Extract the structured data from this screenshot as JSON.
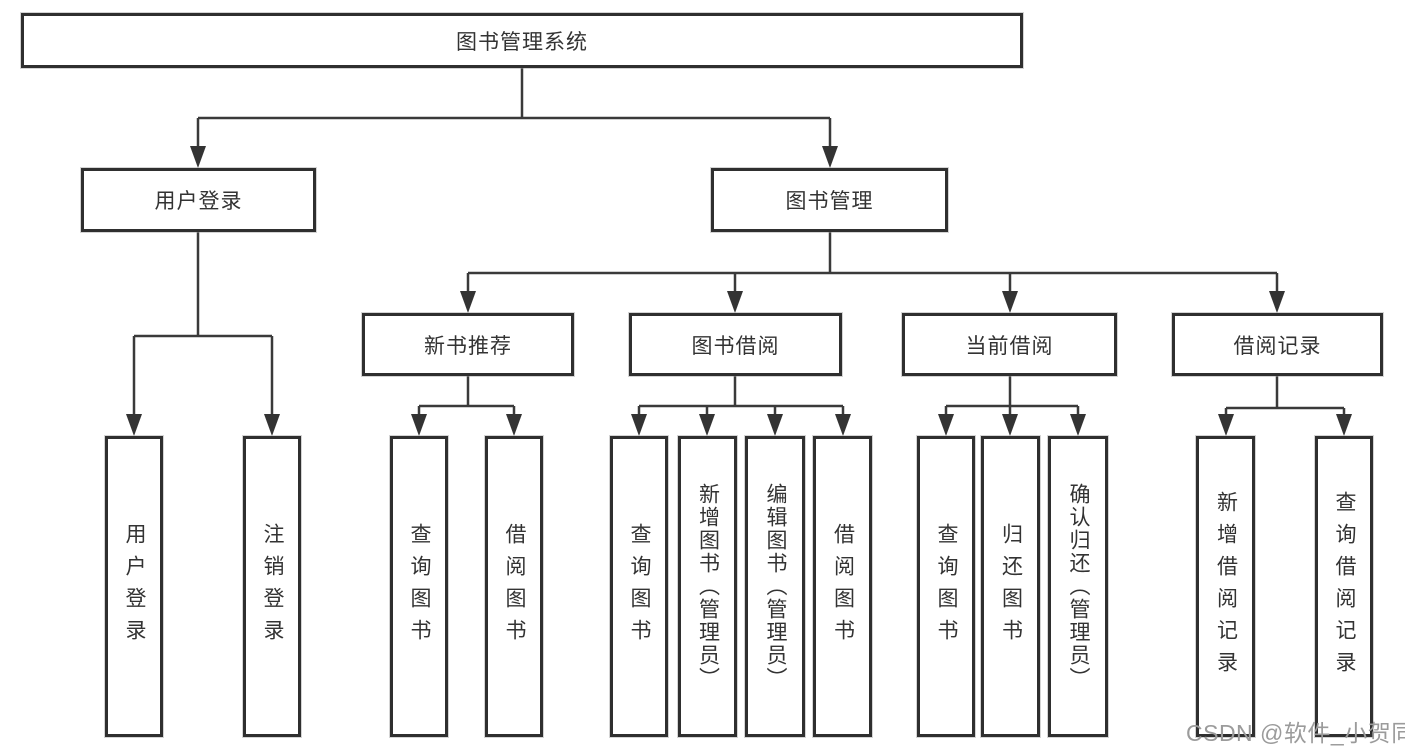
{
  "tree": {
    "root": {
      "label": "图书管理系统"
    },
    "children": [
      {
        "label": "用户登录",
        "children": [
          {
            "label": "用户登录"
          },
          {
            "label": "注销登录"
          }
        ]
      },
      {
        "label": "图书管理",
        "children": [
          {
            "label": "新书推荐",
            "children": [
              {
                "label": "查询图书"
              },
              {
                "label": "借阅图书"
              }
            ]
          },
          {
            "label": "图书借阅",
            "children": [
              {
                "label": "查询图书"
              },
              {
                "label": "新增图书（管理员）"
              },
              {
                "label": "编辑图书（管理员）"
              },
              {
                "label": "借阅图书"
              }
            ]
          },
          {
            "label": "当前借阅",
            "children": [
              {
                "label": "查询图书"
              },
              {
                "label": "归还图书"
              },
              {
                "label": "确认归还（管理员）"
              }
            ]
          },
          {
            "label": "借阅记录",
            "children": [
              {
                "label": "新增借阅记录"
              },
              {
                "label": "查询借阅记录"
              }
            ]
          }
        ]
      }
    ]
  },
  "colors": {
    "line": "#3a3a3a",
    "border": "#2f2f2f",
    "text": "#333333",
    "watermark": "#9b9b9b"
  },
  "watermark": "CSDN @软件_小贺同学"
}
